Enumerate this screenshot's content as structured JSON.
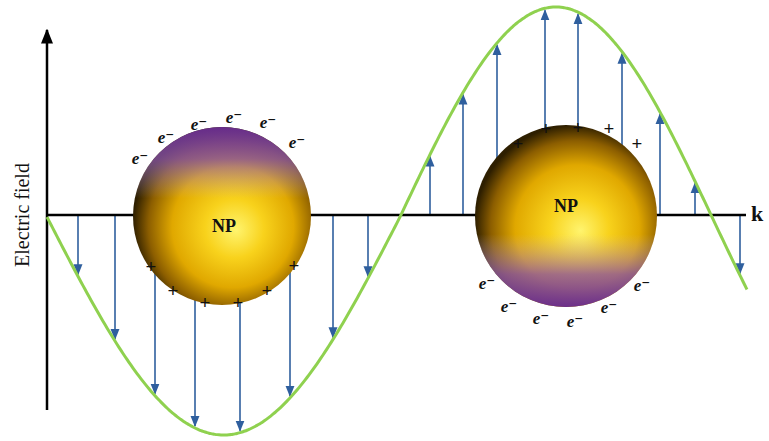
{
  "diagram": {
    "nodes": [
      {
        "text": [
          "NP"
        ]
      },
      {
        "text": [
          "NP"
        ]
      }
    ],
    "labels": [
      "Electric field",
      "e⁻",
      "e⁻",
      "e⁻",
      "e⁻",
      "e⁻",
      "e⁻",
      "+",
      "+",
      "+",
      "+",
      "+",
      "+",
      "+",
      "+",
      "+",
      "+",
      "+",
      "e⁻",
      "e⁻",
      "e⁻",
      "e⁻",
      "e⁻",
      "e⁻",
      "k"
    ]
  }
}
